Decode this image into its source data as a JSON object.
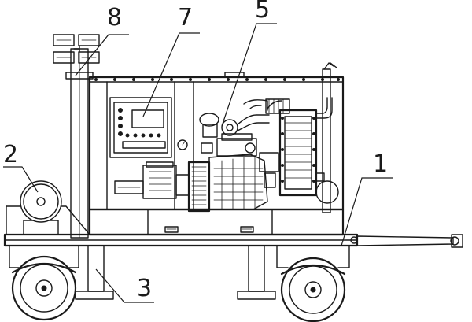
{
  "callouts": {
    "c1": "1",
    "c2": "2",
    "c3": "3",
    "c5": "5",
    "c7": "7",
    "c8": "8"
  }
}
